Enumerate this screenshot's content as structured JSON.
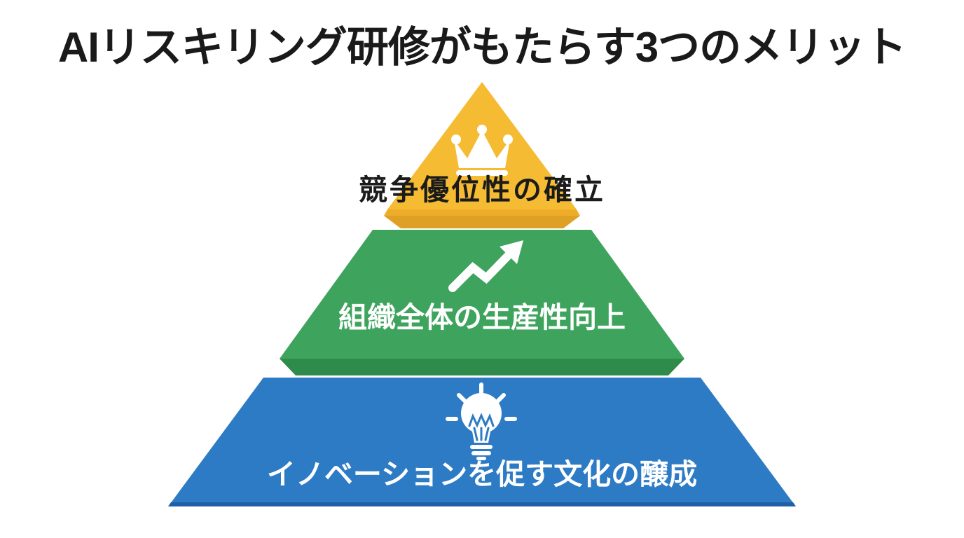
{
  "title": {
    "text": "AIリスキリング研修がもたらす3つのメリット",
    "color": "#1a1a1a"
  },
  "background": "#ffffff",
  "icon_color": "#ffffff",
  "tiers": [
    {
      "rank": 1,
      "label": "競争優位性の確立",
      "icon": "crown-icon",
      "label_color": "#1b1b1b",
      "face_color": "#F5BC33",
      "bevel_color": "#EDAD29",
      "base_color": "#DFA125"
    },
    {
      "rank": 2,
      "label": "組織全体の生産性向上",
      "icon": "trending-up-icon",
      "label_color": "#ffffff",
      "face_color": "#3EA45D",
      "base_color": "#2F8B4B"
    },
    {
      "rank": 3,
      "label": "イノベーションを促す文化の醸成",
      "icon": "lightbulb-icon",
      "label_color": "#ffffff",
      "face_color": "#2E7BC5",
      "base_color": "#1D60A8"
    }
  ]
}
